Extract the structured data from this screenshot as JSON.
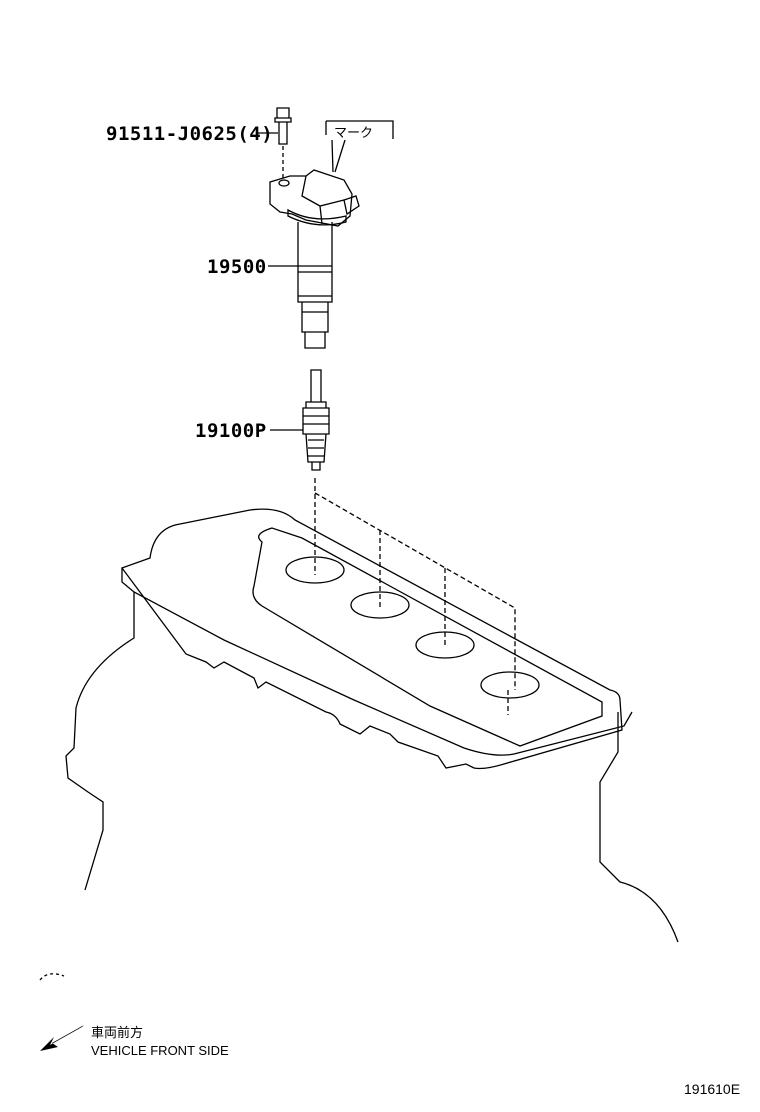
{
  "parts": [
    {
      "number": "91511-J0625(4)"
    },
    {
      "number": "19500"
    },
    {
      "number": "19100P"
    }
  ],
  "mark_label": "マーク",
  "direction": {
    "jp": "車両前方",
    "en": "VEHICLE FRONT SIDE",
    "icon": "arrow-down-left-icon"
  },
  "figure_id": "191610E",
  "line_color": "#000000"
}
